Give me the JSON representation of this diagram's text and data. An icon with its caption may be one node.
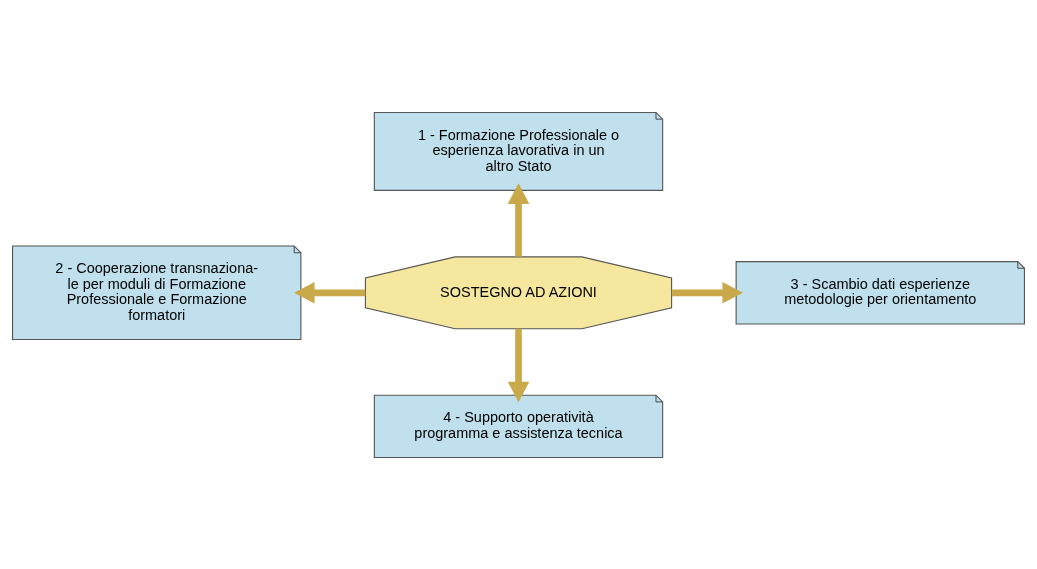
{
  "diagram": {
    "nodes": [
      {
        "text": [
          "1 - Formazione Professionale o esperienza lavorativa in un altro Stato"
        ]
      },
      {
        "text": [
          "2 - Cooperazione transnaziona- le per moduli di Formazione Professionale e Formazione formatori"
        ]
      },
      {
        "text": [
          "SOSTEGNO AD AZIONI"
        ]
      },
      {
        "text": [
          "3 - Scambio dati esperienze metodologie per orientamento"
        ]
      },
      {
        "text": [
          "4 - Supporto operatività programma e assistenza tecnica"
        ]
      }
    ],
    "edges": [
      {
        "from": 2,
        "to": 0,
        "arrow": "to"
      },
      {
        "from": 2,
        "to": 1,
        "arrow": "to"
      },
      {
        "from": 2,
        "to": 3,
        "arrow": "to"
      },
      {
        "from": 2,
        "to": 4,
        "arrow": "to"
      }
    ]
  }
}
